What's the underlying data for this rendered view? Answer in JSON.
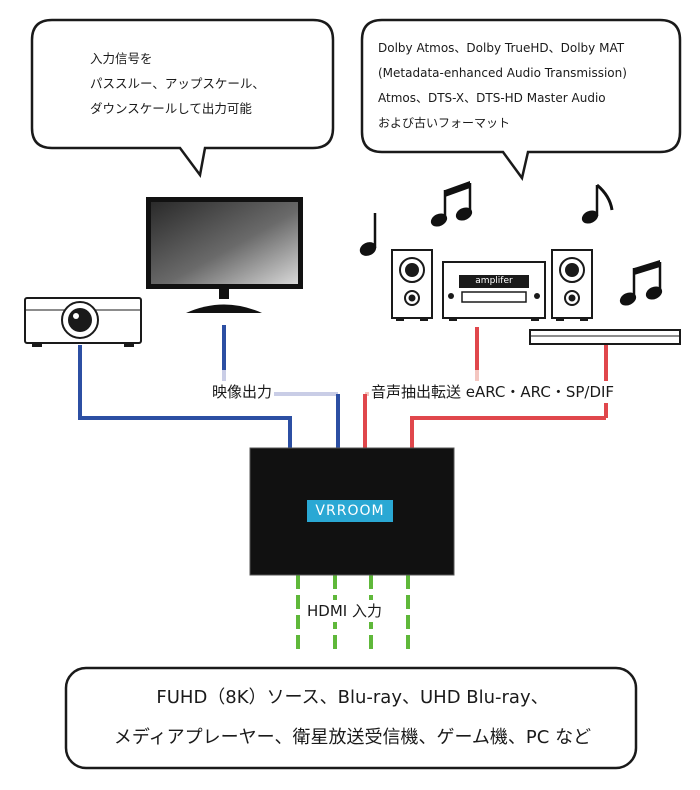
{
  "bubbles": {
    "video": {
      "lines": [
        "入力信号を",
        "パススルー、アップスケール、",
        "ダウンスケールして出力可能"
      ]
    },
    "audio": {
      "lines": [
        "Dolby Atmos、Dolby TrueHD、Dolby MAT",
        "(Metadata-enhanced Audio Transmission)",
        "Atmos、DTS-X、DTS-HD Master Audio",
        "および古いフォーマット"
      ]
    }
  },
  "labels": {
    "video_output": "映像出力",
    "audio_extract": "音声抽出転送 eARC・ARC・SP/DIF",
    "hdmi_input": "HDMI 入力"
  },
  "device": {
    "name": "VRROOM"
  },
  "amplifier": {
    "label": "amplifer"
  },
  "sources": {
    "lines": [
      "FUHD（8K）ソース、Blu-ray、UHD Blu-ray、",
      "メディアプレーヤー、衛星放送受信機、ゲーム機、PC など"
    ]
  },
  "colors": {
    "video_line": "#2c4fa3",
    "video_line_light": "#c9cde6",
    "audio_line": "#e0474c",
    "audio_line_light": "#f4c6c0",
    "hdmi_line": "#5fb83a",
    "hdmi_line_light": "#cde8bd",
    "device_label_bg": "#2aa8d4"
  }
}
